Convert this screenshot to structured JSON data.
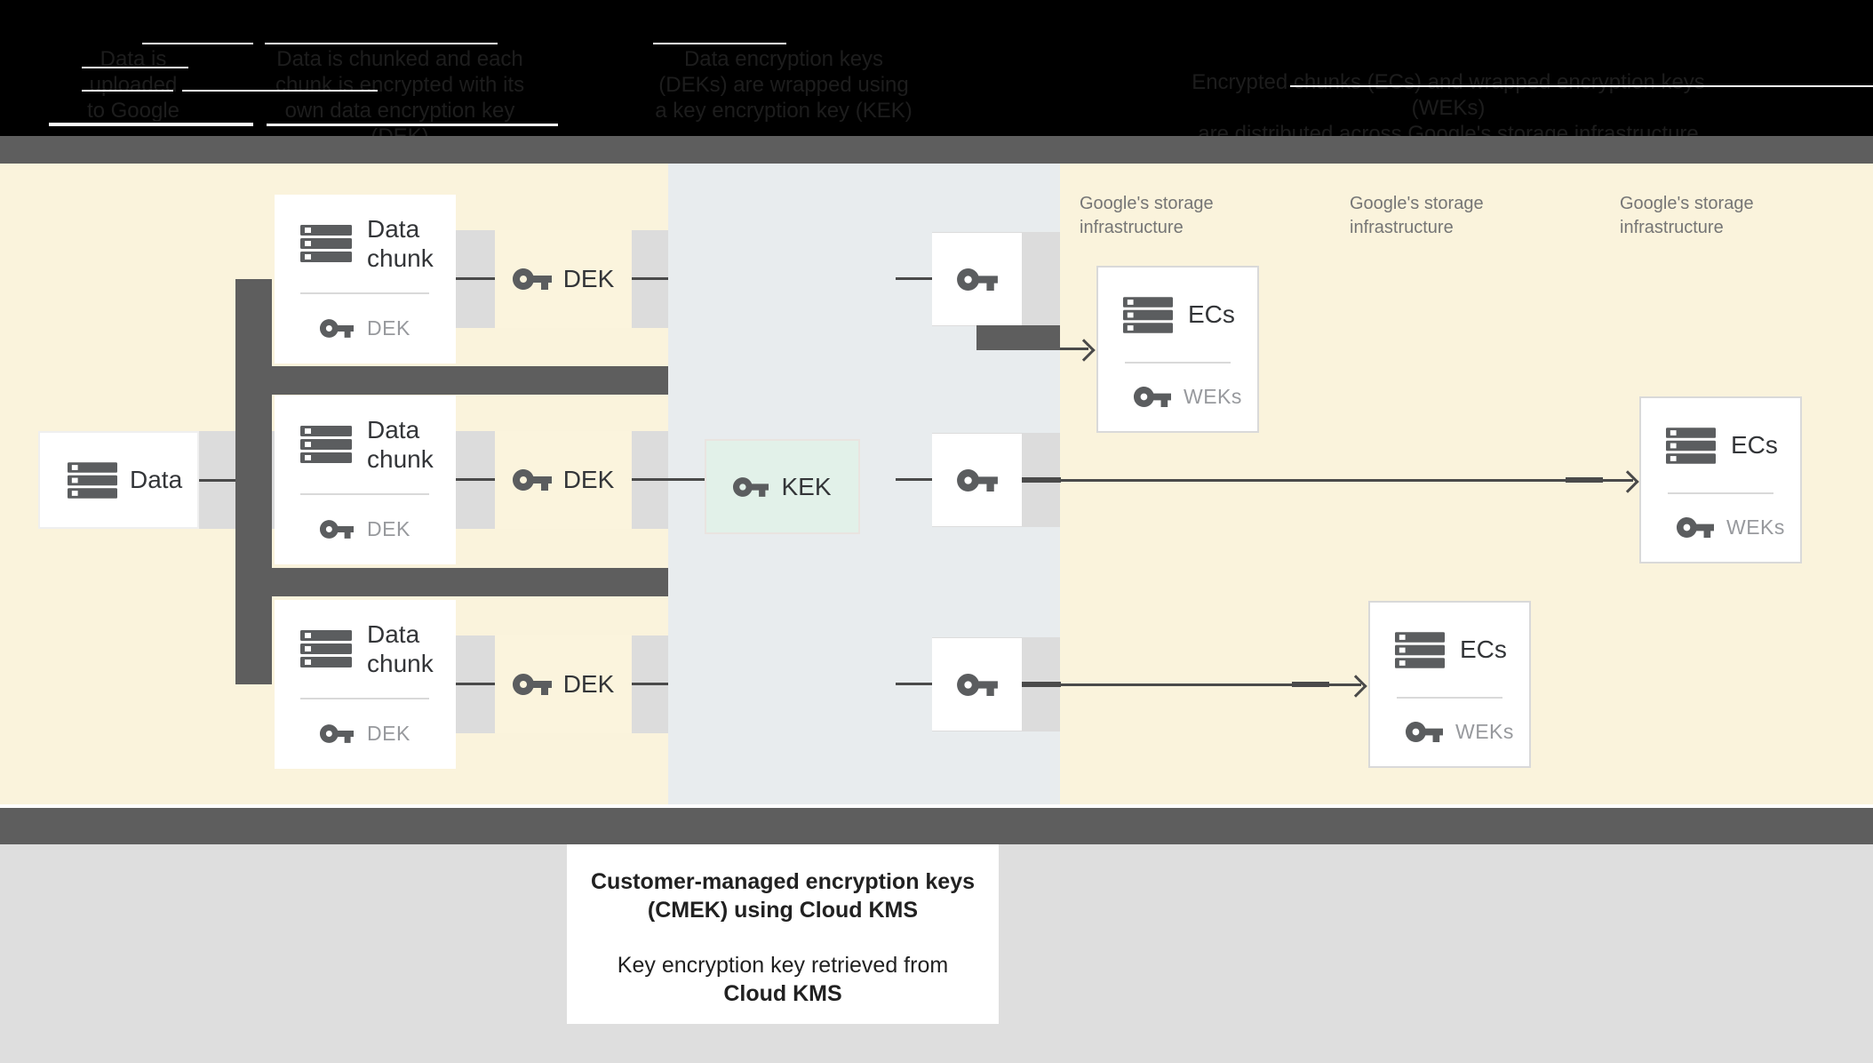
{
  "header": {
    "columns": [
      {
        "lines": [
          "Data is",
          "uploaded",
          "to Google"
        ]
      },
      {
        "lines": [
          "Data is chunked and each",
          "chunk is encrypted with its",
          "own data encryption key (DEK)"
        ]
      },
      {
        "lines": [
          "Data encryption keys",
          "(DEKs) are wrapped using",
          "a key encryption key (KEK)"
        ]
      },
      {
        "lines": [
          "Encrypted chunks (ECs) and wrapped encryption keys (WEKs)",
          "are distributed across Google's storage infrastructure"
        ]
      }
    ]
  },
  "diagram": {
    "data_box": {
      "label": "Data"
    },
    "chunk_boxes": [
      {
        "line1": "Data",
        "line2": "chunk",
        "key_label": "DEK"
      },
      {
        "line1": "Data",
        "line2": "chunk",
        "key_label": "DEK"
      },
      {
        "line1": "Data",
        "line2": "chunk",
        "key_label": "DEK"
      }
    ],
    "dek_boxes": [
      {
        "label": "DEK"
      },
      {
        "label": "DEK"
      },
      {
        "label": "DEK"
      }
    ],
    "kek_box": {
      "label": "KEK"
    },
    "storage_labels": [
      {
        "line1": "Google's storage",
        "line2": "infrastructure"
      },
      {
        "line1": "Google's storage",
        "line2": "infrastructure"
      },
      {
        "line1": "Google's storage",
        "line2": "infrastructure"
      }
    ],
    "ecs_boxes": [
      {
        "title": "ECs",
        "key_label": "WEKs"
      },
      {
        "title": "ECs",
        "key_label": "WEKs"
      },
      {
        "title": "ECs",
        "key_label": "WEKs"
      }
    ]
  },
  "footer": {
    "title_line1": "Customer-managed encryption keys",
    "title_line2": "(CMEK) using Cloud KMS",
    "body_line1": "Key encryption key retrieved from",
    "body_line2": "Cloud KMS"
  },
  "colors": {
    "cream_zone": "#faf3dc",
    "kms_zone": "#e8ecee",
    "band_gray": "#dcdcdc",
    "connector_dark": "#5e5e5e",
    "kek_mint": "#e2f1e9",
    "bottom_gray": "#dedede",
    "icon_gray": "#5b5d5f"
  }
}
